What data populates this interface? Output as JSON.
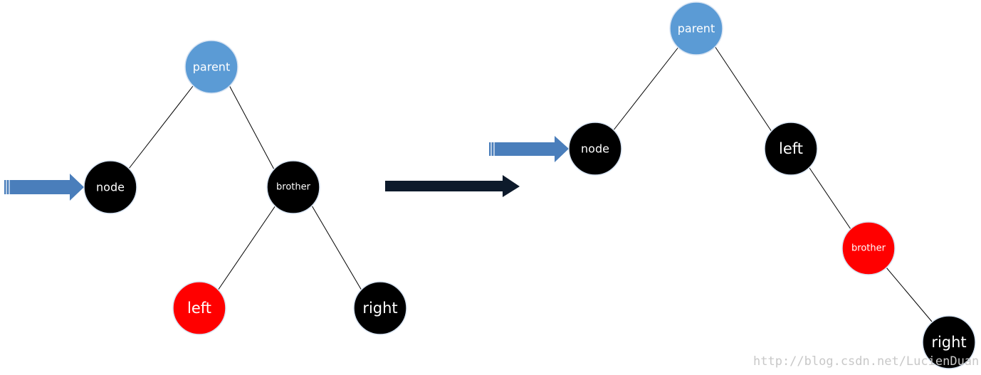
{
  "before": {
    "parent": "parent",
    "node": "node",
    "brother": "brother",
    "left": "left",
    "right": "right"
  },
  "after": {
    "parent": "parent",
    "node": "node",
    "left": "left",
    "brother": "brother",
    "right": "right"
  },
  "watermark": "http://blog.csdn.net/LucienDuan",
  "colors": {
    "parent": "#5b9bd5",
    "black": "#000000",
    "red": "#ff0000",
    "pointer_arrow": "#4a7ebb",
    "transform_arrow": "#0d1a2b"
  }
}
